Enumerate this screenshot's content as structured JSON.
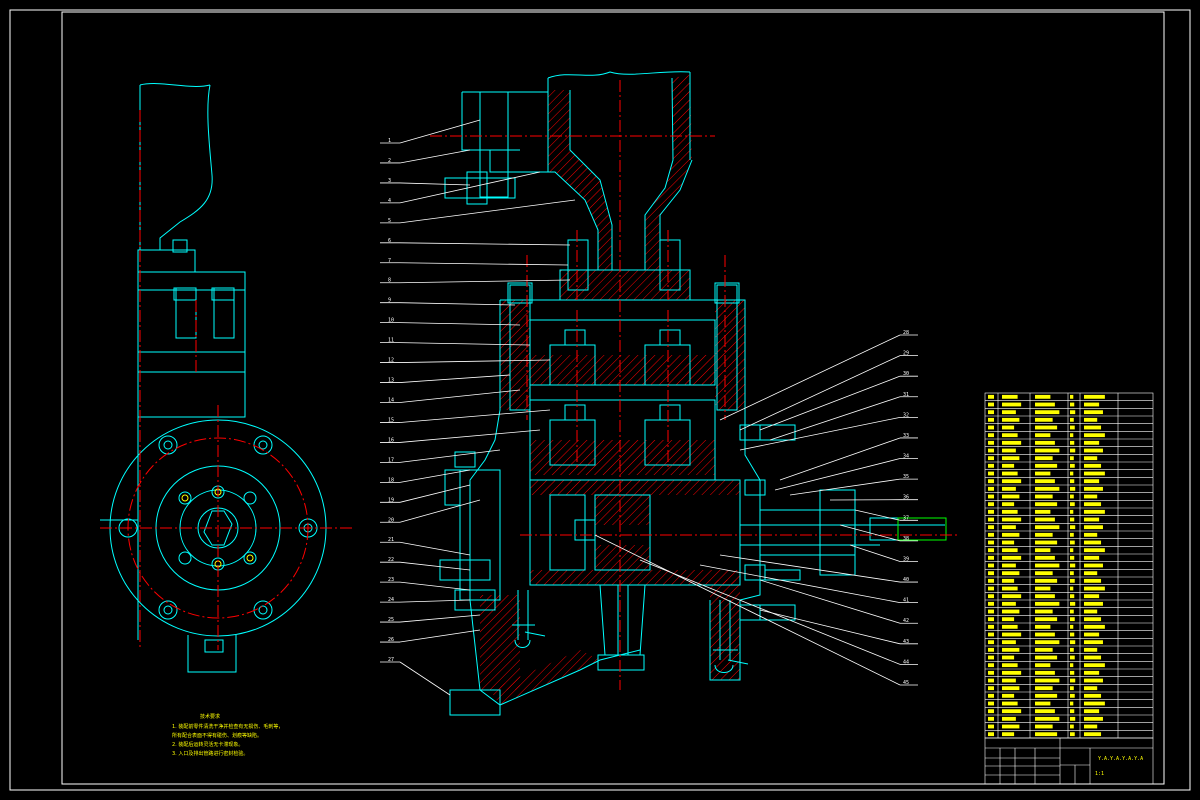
{
  "drawing": {
    "colors": {
      "background": "#000000",
      "outline": "#00ffff",
      "hatch": "#ff0000",
      "centerline": "#ff0000",
      "leader": "#ffffff",
      "text": "#ffff00",
      "bolt": "#00ffff",
      "green": "#00ff00"
    }
  },
  "notes": {
    "heading": "技术要求",
    "lines": [
      "1. 装配前零件清洗干净并检查有无损伤、毛刺等，",
      "   所有配合表面不得有碰伤、划痕等缺陷。",
      "2. 装配后运转灵活无卡滞现象。",
      "3. 入口及排出管路进行密封检验。"
    ]
  },
  "left_callouts": [
    "1",
    "2",
    "3",
    "4",
    "5",
    "6",
    "7",
    "8",
    "9",
    "10",
    "11",
    "12",
    "13",
    "14",
    "15",
    "16",
    "17",
    "18",
    "19",
    "20",
    "21",
    "22",
    "23",
    "24",
    "25",
    "26",
    "27"
  ],
  "right_callouts": [
    "28",
    "29",
    "30",
    "31",
    "32",
    "33",
    "34",
    "35",
    "36",
    "37",
    "38",
    "39",
    "40",
    "41",
    "42",
    "43",
    "44",
    "45"
  ],
  "title_block": {
    "drawing_name": "Y.A.Y.A.Y.A.Y.A",
    "scale": "1:1"
  }
}
